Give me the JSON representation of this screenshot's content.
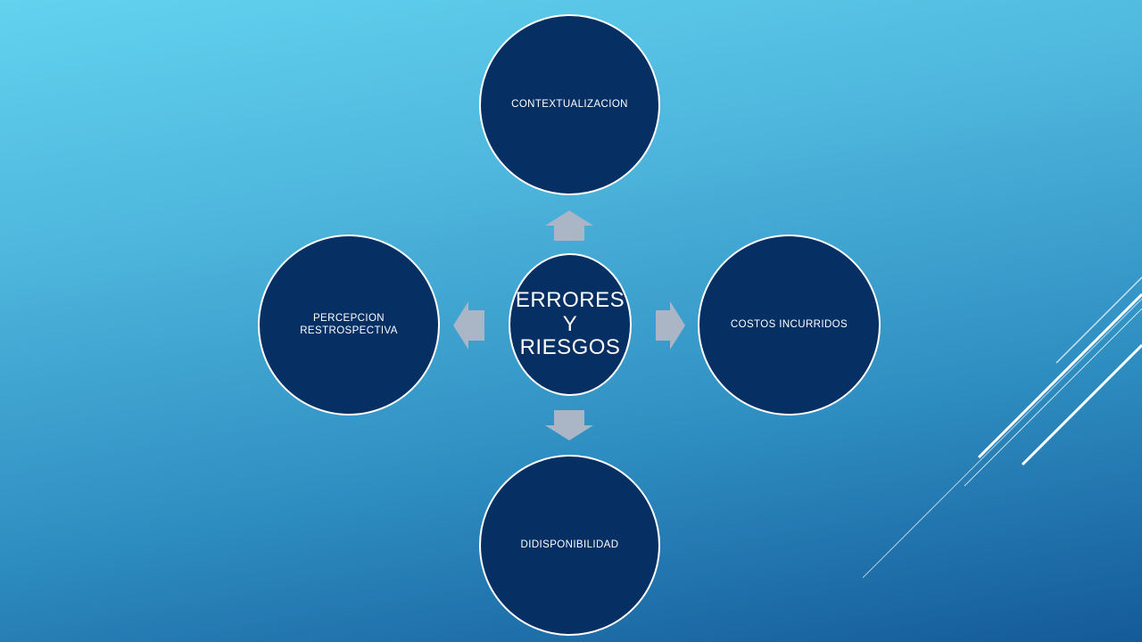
{
  "diagram": {
    "center": {
      "label": "ERRORES\nY\nRIESGOS"
    },
    "nodes": {
      "top": "CONTEXTUALIZACION",
      "right": "COSTOS INCURRIDOS",
      "bottom": "DIDISPONIBILIDAD",
      "left": "PERCEPCION RESTROSPECTIVA"
    }
  },
  "colors": {
    "node_fill": "#062f63",
    "node_border": "#ffffff",
    "arrow": "#aab6c6",
    "background_top": "#62d2ef",
    "background_bottom": "#145a99"
  }
}
